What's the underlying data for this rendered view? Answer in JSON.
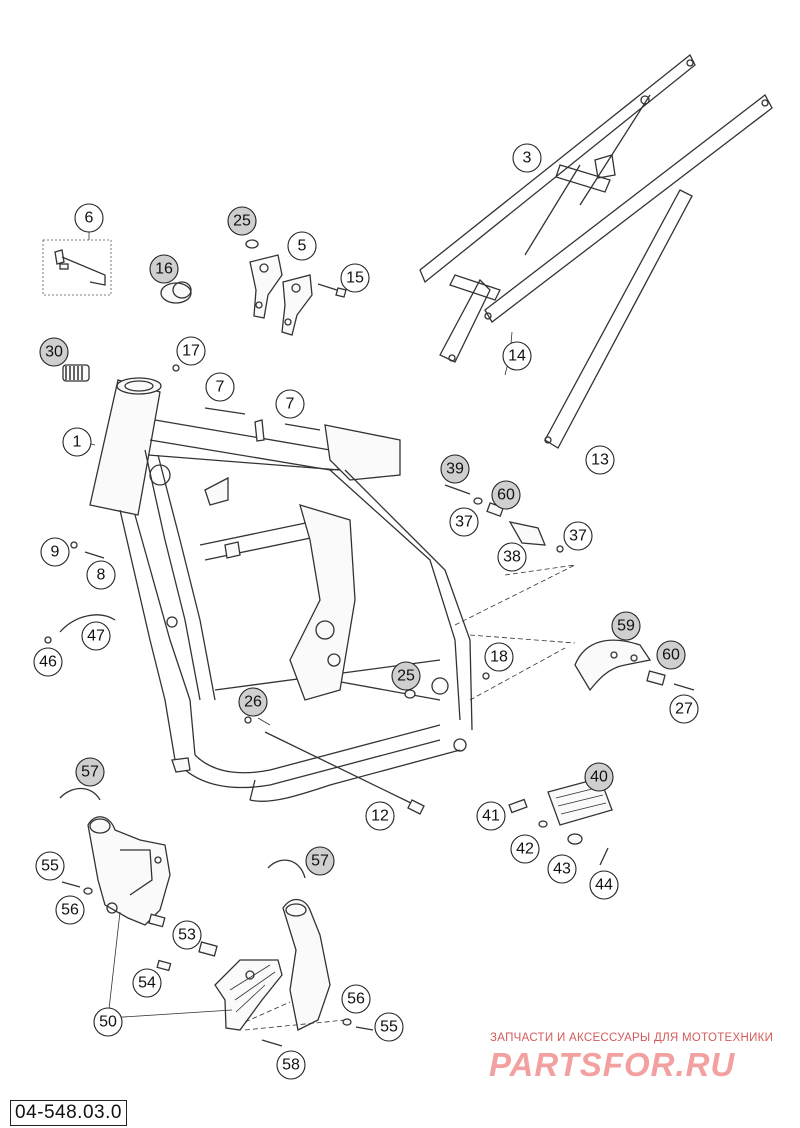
{
  "diagram": {
    "reference_code": "04-548.03.0",
    "watermark": {
      "subtitle": "ЗАПЧАСТИ И АКСЕССУАРЫ ДЛЯ МОТОТЕХНИКИ",
      "logo": "PARTSFOR.RU"
    },
    "callouts": [
      {
        "id": "c1",
        "label": "1"
      },
      {
        "id": "c3",
        "label": "3"
      },
      {
        "id": "c5",
        "label": "5"
      },
      {
        "id": "c6",
        "label": "6"
      },
      {
        "id": "c7a",
        "label": "7"
      },
      {
        "id": "c7b",
        "label": "7"
      },
      {
        "id": "c8",
        "label": "8"
      },
      {
        "id": "c9",
        "label": "9"
      },
      {
        "id": "c12",
        "label": "12"
      },
      {
        "id": "c13",
        "label": "13"
      },
      {
        "id": "c14",
        "label": "14"
      },
      {
        "id": "c15",
        "label": "15"
      },
      {
        "id": "c16",
        "label": "16"
      },
      {
        "id": "c17",
        "label": "17"
      },
      {
        "id": "c18",
        "label": "18"
      },
      {
        "id": "c25a",
        "label": "25"
      },
      {
        "id": "c25b",
        "label": "25"
      },
      {
        "id": "c26",
        "label": "26"
      },
      {
        "id": "c27",
        "label": "27"
      },
      {
        "id": "c30",
        "label": "30"
      },
      {
        "id": "c37a",
        "label": "37"
      },
      {
        "id": "c37b",
        "label": "37"
      },
      {
        "id": "c38",
        "label": "38"
      },
      {
        "id": "c39",
        "label": "39"
      },
      {
        "id": "c40",
        "label": "40"
      },
      {
        "id": "c41",
        "label": "41"
      },
      {
        "id": "c42",
        "label": "42"
      },
      {
        "id": "c43",
        "label": "43"
      },
      {
        "id": "c44",
        "label": "44"
      },
      {
        "id": "c46",
        "label": "46"
      },
      {
        "id": "c47",
        "label": "47"
      },
      {
        "id": "c50",
        "label": "50"
      },
      {
        "id": "c53",
        "label": "53"
      },
      {
        "id": "c54",
        "label": "54"
      },
      {
        "id": "c55a",
        "label": "55"
      },
      {
        "id": "c55b",
        "label": "55"
      },
      {
        "id": "c56a",
        "label": "56"
      },
      {
        "id": "c56b",
        "label": "56"
      },
      {
        "id": "c57a",
        "label": "57"
      },
      {
        "id": "c57b",
        "label": "57"
      },
      {
        "id": "c58",
        "label": "58"
      },
      {
        "id": "c59",
        "label": "59"
      },
      {
        "id": "c60a",
        "label": "60"
      },
      {
        "id": "c60b",
        "label": "60"
      }
    ]
  }
}
